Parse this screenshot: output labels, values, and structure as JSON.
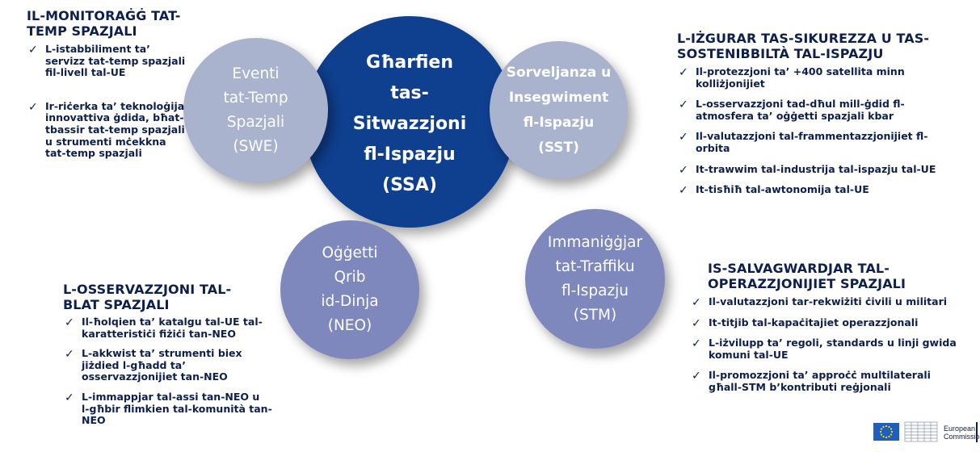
{
  "circles": {
    "swe": [
      "Eventi",
      "tat-Temp",
      "Spazjali",
      "(SWE)"
    ],
    "ssa": [
      "Għarfien",
      "tas-",
      "Sitwazzjoni",
      "fl-Ispazju",
      "(SSA)"
    ],
    "sst": [
      "Sorveljanza u",
      "Insegwiment",
      "fl-Ispazju",
      "(SST)"
    ],
    "neo": [
      "Oġġetti",
      "Qrib",
      "id-Dinja",
      "(NEO)"
    ],
    "stm": [
      "Immaniġġjar",
      "tat-Traffiku",
      "fl-Ispazju",
      "(STM)"
    ]
  },
  "panels": {
    "swe": {
      "heading": [
        "IL-MONITORAĠĠ TAT-",
        "TEMP SPAZJALI"
      ],
      "bullets": [
        [
          "L-istabbiliment ta’",
          "servizz tat-temp spazjali",
          "fil-livell tal-UE"
        ],
        [
          "Ir-riċerka ta’ teknoloġija",
          "innovattiva ġdida, bħat-",
          "tbassir tat-temp spazjali",
          "u strumenti mċekkna",
          "tat-temp spazjali"
        ]
      ]
    },
    "sst": {
      "heading": [
        "L-IŻGURAR TAS-SIKUREZZA U TAS-",
        "SOSTENIBBILTÀ TAL-ISPAZJU"
      ],
      "bullets": [
        [
          "Il-protezzjoni ta’ +400 satellita minn",
          "kolliżjonijiet"
        ],
        [
          "L-osservazzjoni tad-dħul mill-ġdid fl-",
          "atmosfera ta’ oġġetti spazjali kbar"
        ],
        [
          "Il-valutazzjoni tal-frammentazzjonijiet fl-",
          "orbita"
        ],
        [
          "It-trawwim tal-industrija tal-ispazju tal-UE"
        ],
        [
          "It-tisħiħ tal-awtonomija tal-UE"
        ]
      ]
    },
    "neo": {
      "heading": [
        "L-OSSERVAZZJONI TAL-",
        "BLAT SPAZJALI"
      ],
      "bullets": [
        [
          "Il-ħolqien ta’ katalgu tal-UE tal-",
          "karatteristiċi fiżiċi tan-NEO"
        ],
        [
          "L-akkwist ta’ strumenti biex",
          "jiżdied l-għadd ta’",
          "osservazzjonijiet tan-NEO"
        ],
        [
          "L-immappjar tal-assi tan-NEO u",
          "l-għbir flimkien tal-komunità tan-",
          "NEO"
        ]
      ]
    },
    "stm": {
      "heading": [
        "IS-SALVAGWARDJAR TAL-",
        "OPERAZZJONIJIET SPAZJALI"
      ],
      "bullets": [
        [
          "Il-valutazzjoni tar-rekwiżiti ċivili u militari"
        ],
        [
          "It-titjib tal-kapaċitajiet operazzjonali"
        ],
        [
          "L-iżvilupp ta’ regoli, standards u linji gwida",
          "komuni tal-UE"
        ],
        [
          "Il-promozzjoni ta’ approċċ multilaterali",
          "għall-STM b’kontributi reġjonali"
        ]
      ]
    }
  },
  "check_mark": "✓",
  "logo": {
    "line1": "European",
    "line2": "Commission"
  },
  "colors": {
    "text": "#0d1f4d",
    "ssa_circle": "#0f3f8f",
    "light_circle": "#aab3ce",
    "mid_circle": "#7e88bc",
    "eu_flag": "#1f5dbf",
    "eu_stars": "#ffdd00"
  }
}
